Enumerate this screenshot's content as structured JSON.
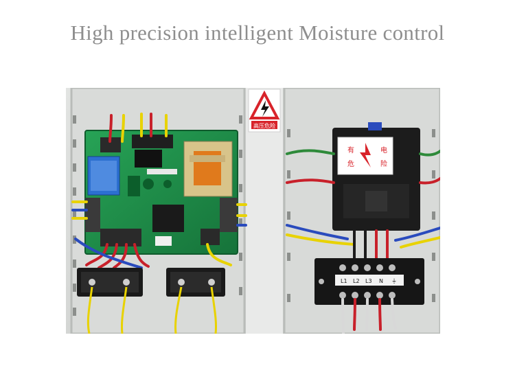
{
  "headline": "High precision intelligent Moisture control",
  "photo": {
    "warning_label_top": "高压危险",
    "warning_label_contactor_line1": "有",
    "warning_label_contactor_line2": "电",
    "warning_label_contactor_line3": "危",
    "warning_label_contactor_line4": "险",
    "terminal_labels": [
      "L1",
      "L2",
      "L3",
      "N",
      "⏚"
    ]
  },
  "colors": {
    "cabinet": "#d6d8d6",
    "pcb": "#1f8f4a",
    "wire_yellow": "#e8d200",
    "wire_red": "#c8202a",
    "wire_blue": "#2a4bbd",
    "wire_green": "#2e8a3a"
  }
}
